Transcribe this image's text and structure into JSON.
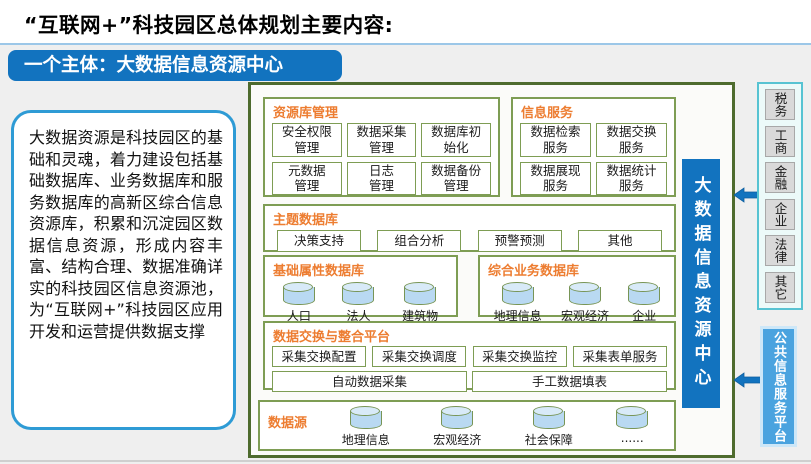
{
  "title": "“互联网+”科技园区总体规划主要内容:",
  "banner": {
    "label": "一个主体：大数据信息资源中心"
  },
  "description": "大数据资源是科技园区的基础和灵魂，着力建设包括基础数据库、业务数据库和服务数据库的高新区综合信息资源库，积累和沉淀园区数据信息资源，形成内容丰富、结构合理、数据准确详实的科技园区信息资源池，为“互联网+”科技园区应用开发和运营提供数据支撑",
  "diagram": {
    "center_bar": "大数据信息资源中心",
    "sections": {
      "resource_mgmt": {
        "title": "资源库管理",
        "items": [
          "安全权限\n管理",
          "数据采集\n管理",
          "数据库初\n始化",
          "元数据\n管理",
          "日志\n管理",
          "数据备份\n管理"
        ]
      },
      "info_service": {
        "title": "信息服务",
        "items": [
          "数据检索\n服务",
          "数据交换\n服务",
          "数据展现\n服务",
          "数据统计\n服务"
        ]
      },
      "theme_db": {
        "title": "主题数据库",
        "items": [
          "决策支持",
          "组合分析",
          "预警预测",
          "其他"
        ]
      },
      "basic_db": {
        "title": "基础属性数据库",
        "items": [
          "人口",
          "法人",
          "建筑物"
        ]
      },
      "business_db": {
        "title": "综合业务数据库",
        "items": [
          "地理信息",
          "宏观经济",
          "企业"
        ]
      },
      "exchange": {
        "title": "数据交换与整合平台",
        "row1": [
          "采集交换配置",
          "采集交换调度",
          "采集交换监控",
          "采集表单服务"
        ],
        "row2": [
          "自动数据采集",
          "手工数据填表"
        ]
      },
      "data_source": {
        "title": "数据源",
        "items": [
          "地理信息",
          "宏观经济",
          "社会保障",
          "......"
        ]
      }
    }
  },
  "right_panel": {
    "items": [
      "税务",
      "工商",
      "金融",
      "企业",
      "法律",
      "其它"
    ],
    "platform": "公共信息服务平台"
  },
  "colors": {
    "accent_blue": "#1273BF",
    "platform_blue": "#4AA3DF",
    "dark_green_border": "#4E6B2E",
    "light_green_border": "#7E9D54",
    "orange_header": "#ED7D31",
    "teal_border": "#57C3D2",
    "gray_box": "#D9D9D9",
    "textbox_border": "#2E9BD5",
    "divider_blue": "#9CC7E8",
    "cylinder_fill": "#B9D9F2"
  }
}
